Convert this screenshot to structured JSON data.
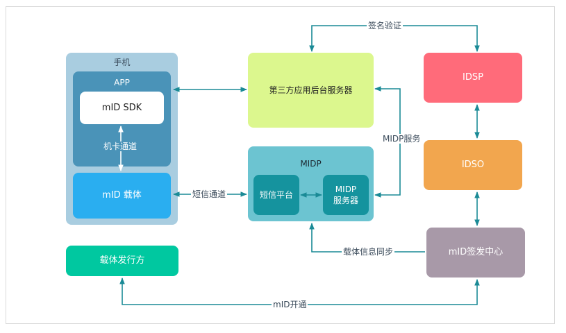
{
  "phone": {
    "title": "手机",
    "app": {
      "title": "APP",
      "sdk": "mID SDK",
      "channel": "机卡通道"
    },
    "carrier": "mID 载体"
  },
  "issuer": "载体发行方",
  "third_party_server": "第三方应用后台服务器",
  "midp": {
    "title": "MIDP",
    "sms_platform": "短信平台",
    "server": "MIDP\n服务器"
  },
  "idsp": "IDSP",
  "idso": "IDSO",
  "mid_center": "mID签发中心",
  "edges": {
    "signature_verify": "签名验证",
    "midp_service": "MIDP服务",
    "sms_channel": "短信通道",
    "carrier_sync": "载体信息同步",
    "mid_open": "mID开通"
  },
  "colors": {
    "phone_bg": "#a9cde0",
    "app_bg": "#4a93b8",
    "carrier": "#2aaef0",
    "issuer": "#00c8a0",
    "third_party": "#dcf78e",
    "midp_bg": "#6cc4d1",
    "midp_inner": "#15939e",
    "idsp": "#ff6b7a",
    "idso": "#f2a64e",
    "mid_center": "#a899a8",
    "wire": "#1a8a96"
  }
}
